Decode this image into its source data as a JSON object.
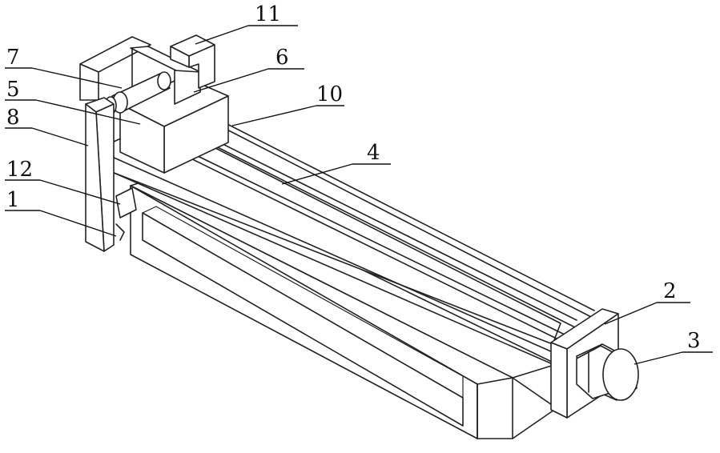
{
  "labels": {
    "l1": "1",
    "l2": "2",
    "l3": "3",
    "l4": "4",
    "l5": "5",
    "l6": "6",
    "l7": "7",
    "l8": "8",
    "l10": "10",
    "l11": "11",
    "l12": "12"
  }
}
